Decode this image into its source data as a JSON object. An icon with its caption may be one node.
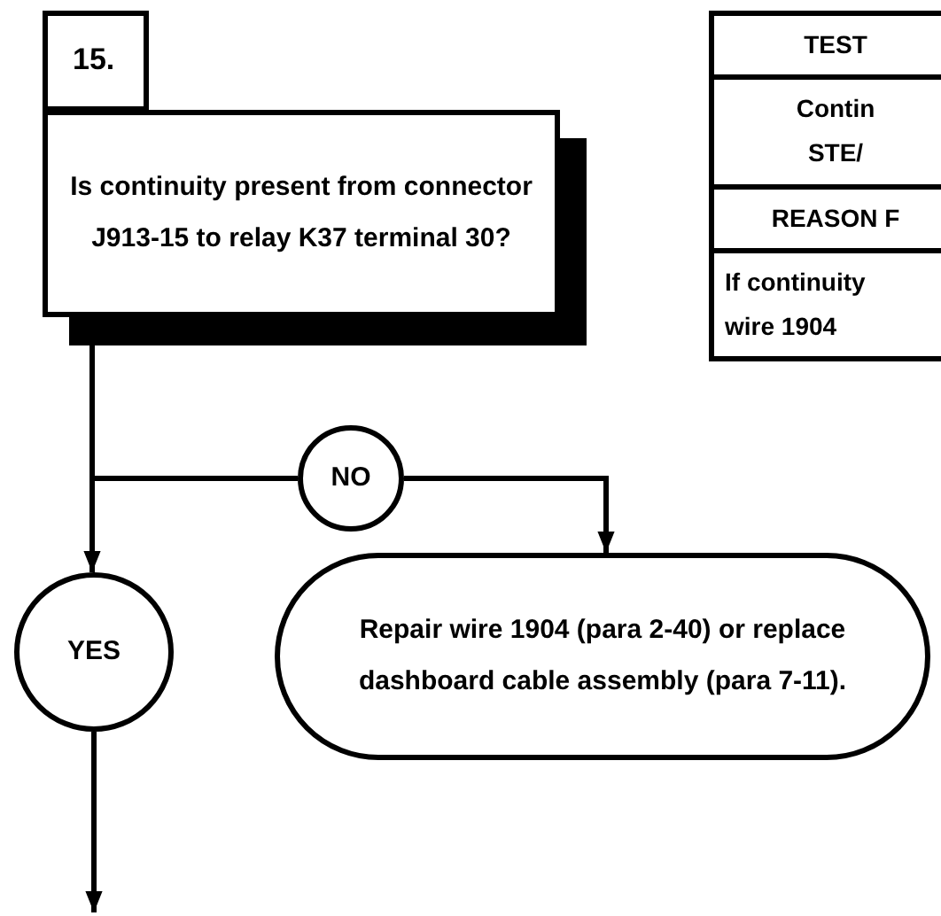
{
  "diagram": {
    "nodes": [
      {
        "text": [
          "15."
        ]
      },
      {
        "text": [
          "Is continuity present from connector J913-15 to relay K37 terminal 30?"
        ]
      },
      {
        "text": [
          "NO"
        ]
      },
      {
        "text": [
          "YES"
        ]
      },
      {
        "text": [
          "Repair wire 1904 (para 2-40) or replace dashboard cable assembly (para 7-11)."
        ]
      }
    ],
    "edges": [
      {
        "from": 1,
        "to": 2,
        "arrow": "none"
      },
      {
        "from": 1,
        "to": 3,
        "arrow": "to"
      },
      {
        "from": 2,
        "to": 4,
        "arrow": "to"
      },
      {
        "from": 3,
        "to": null,
        "arrow": "to"
      }
    ],
    "labels": [
      "TEST",
      "Contin",
      "STE/",
      "REASON F",
      "If continuity",
      "wire 1904"
    ]
  }
}
